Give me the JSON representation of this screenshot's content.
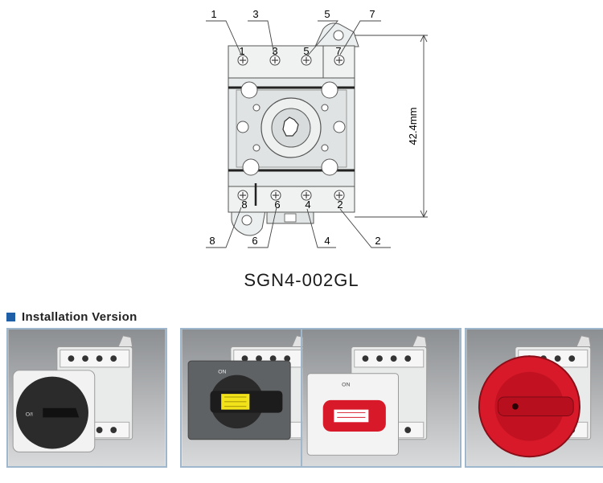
{
  "diagram": {
    "terminals_top": [
      "1",
      "3",
      "5",
      "7"
    ],
    "terminals_bottom": [
      "8",
      "6",
      "4",
      "2"
    ],
    "callouts_top": [
      "1",
      "3",
      "5",
      "7"
    ],
    "callouts_bottom": [
      "8",
      "6",
      "4",
      "2"
    ],
    "dimension_label": "42.4mm"
  },
  "model_label": "SGN4-002GL",
  "section": {
    "title": "Installation Version"
  },
  "photos": [
    {
      "handle_color": "#2b2b2b",
      "plate_color": "#f2f2f2",
      "handle_text": "O/I"
    },
    {
      "handle_color": "#1c1c1c",
      "plate_color": "#5f6265",
      "handle_text": "ON",
      "insert_color": "#f2e21a"
    },
    {
      "handle_color": "#d8192a",
      "plate_color": "#f3f3f3",
      "handle_text": "ON"
    },
    {
      "handle_color": "#d8192a",
      "plate_color": "#d8192a",
      "handle_text": ""
    }
  ]
}
